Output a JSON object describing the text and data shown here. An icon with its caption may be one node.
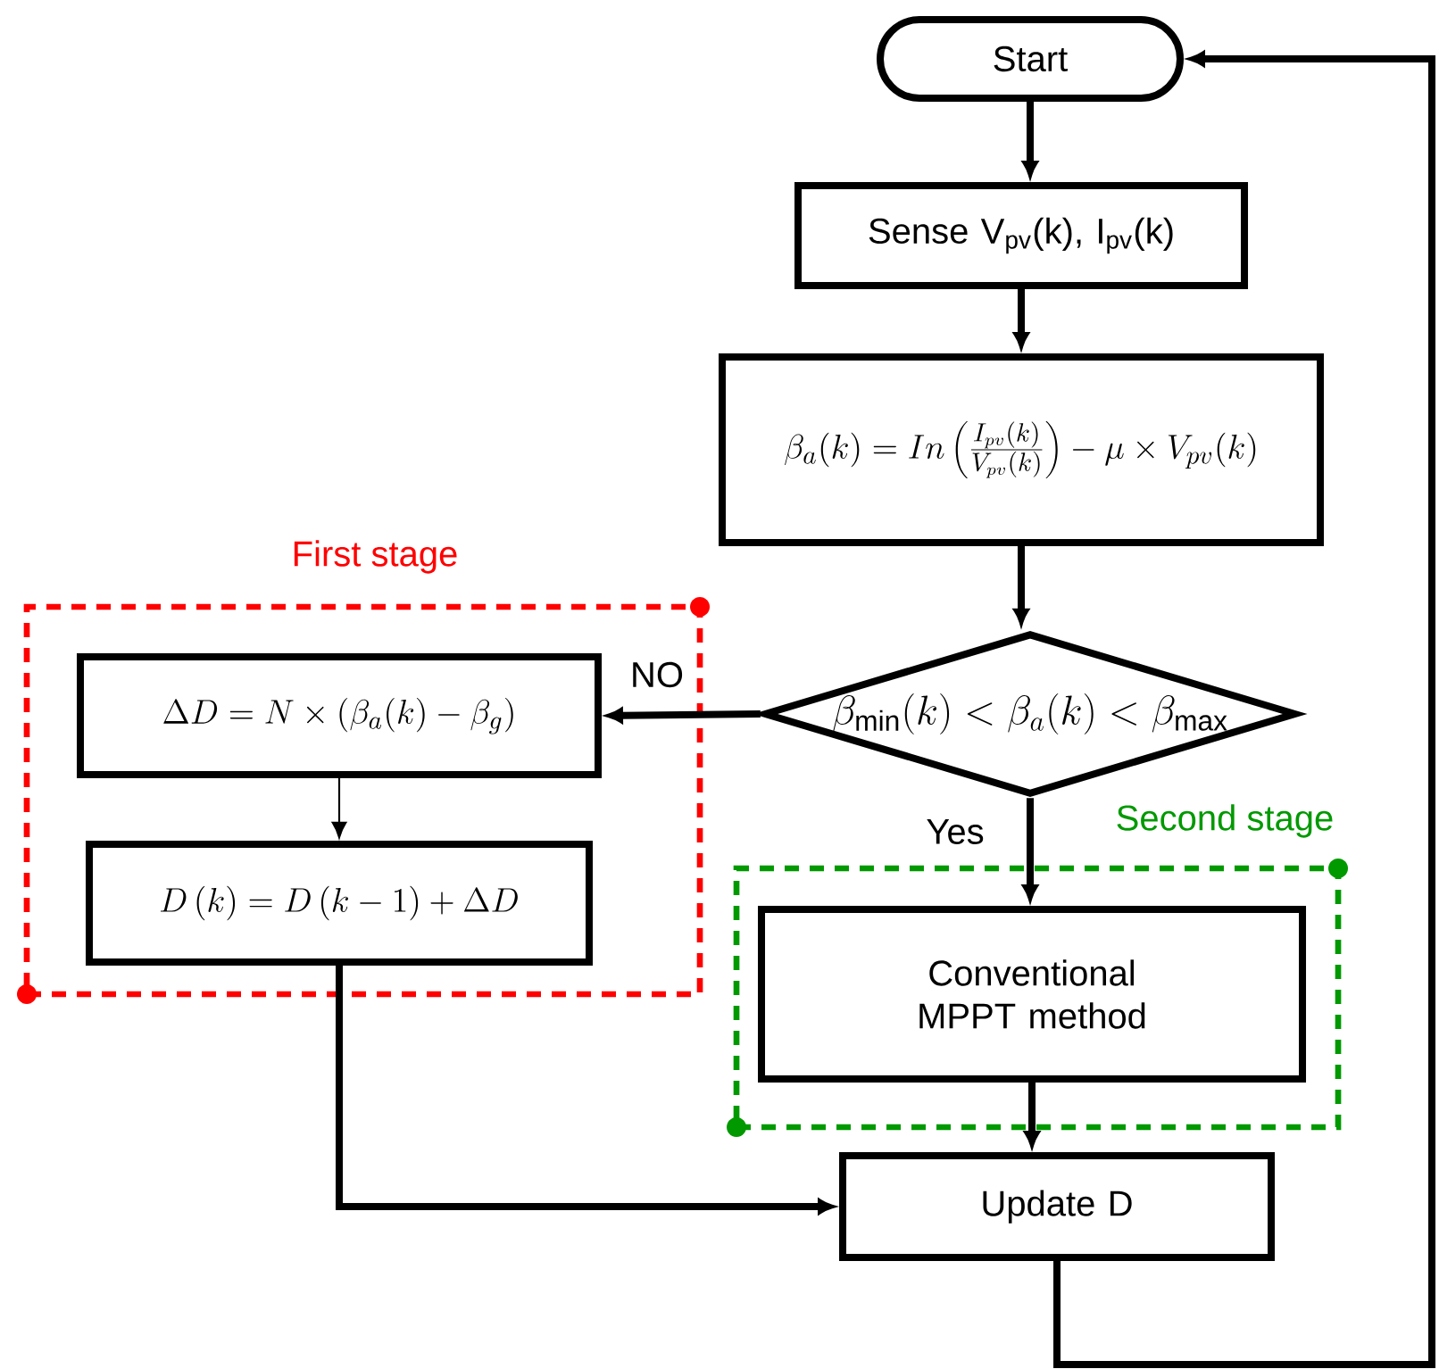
{
  "diagram": {
    "nodes": [
      {
        "text": [
          "Start"
        ]
      },
      {
        "text": [
          "Sense V$_{pv}$(k), I$_{pv}$(k)"
        ]
      },
      {
        "text": [
          "\\beta_a(k)=In\\left(\\frac{I_{pv}(k)}{V_{pv}(k)}\\right)-\\mu\\times V_{pv}(k)"
        ]
      },
      {
        "text": [
          "\\beta_{\\min}(k)<\\beta_a(k)<\\beta_{\\max}"
        ]
      },
      {
        "text": [
          "First stage"
        ]
      },
      {
        "text": [
          "\\Delta D=N\\times\\left(\\beta_a(k)-\\beta_g\\right)"
        ],
        "in": 4
      },
      {
        "text": [
          "D\\left(k\\right)=D\\left(k-1\\right)+\\Delta D"
        ],
        "in": 4
      },
      {
        "text": [
          "Second stage"
        ]
      },
      {
        "text": [
          "Conventional MPPT method"
        ],
        "in": 7
      },
      {
        "text": [
          "Update D"
        ]
      }
    ],
    "edges": [
      {
        "from": 0,
        "to": 1,
        "arrow": "to"
      },
      {
        "from": 1,
        "to": 2,
        "arrow": "to"
      },
      {
        "from": 2,
        "to": 3,
        "arrow": "to"
      },
      {
        "from": 3,
        "to": 5,
        "arrow": "to",
        "label": "NO"
      },
      {
        "from": 3,
        "to": 8,
        "arrow": "to",
        "label": "Yes"
      },
      {
        "from": 5,
        "to": 6,
        "arrow": "to"
      },
      {
        "from": 6,
        "to": 9,
        "arrow": "to"
      },
      {
        "from": 8,
        "to": 9,
        "arrow": "to"
      },
      {
        "from": 9,
        "to": 0,
        "arrow": "to"
      }
    ]
  }
}
